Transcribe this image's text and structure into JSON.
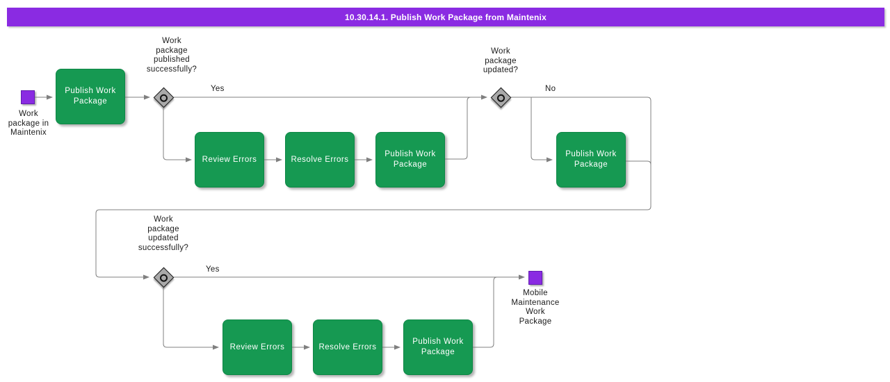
{
  "title": "10.30.14.1. Publish Work Package from Maintenix",
  "colors": {
    "banner": "#8a2be2",
    "task_fill": "#169952",
    "event_fill": "#8a2be2",
    "decision_fill": "#a9a9a9",
    "connector": "#808080"
  },
  "nodes": {
    "start": {
      "label": "Work\npackage in\nMaintenix"
    },
    "publish1": {
      "label": "Publish Work Package"
    },
    "decision_published": {
      "label": "Work\npackage\npublished\nsuccessfully?",
      "yes": "Yes"
    },
    "loop1": {
      "review": "Review Errors",
      "resolve": "Resolve Errors",
      "publish": "Publish Work Package"
    },
    "decision_updated": {
      "label": "Work\npackage\nupdated?",
      "no": "No"
    },
    "publish2": {
      "label": "Publish Work Package"
    },
    "decision_updated_ok": {
      "label": "Work\npackage\nupdated\nsuccessfully?",
      "yes": "Yes"
    },
    "loop2": {
      "review": "Review Errors",
      "resolve": "Resolve Errors",
      "publish": "Publish Work Package"
    },
    "end": {
      "label": "Mobile\nMaintenance\nWork\nPackage"
    }
  }
}
